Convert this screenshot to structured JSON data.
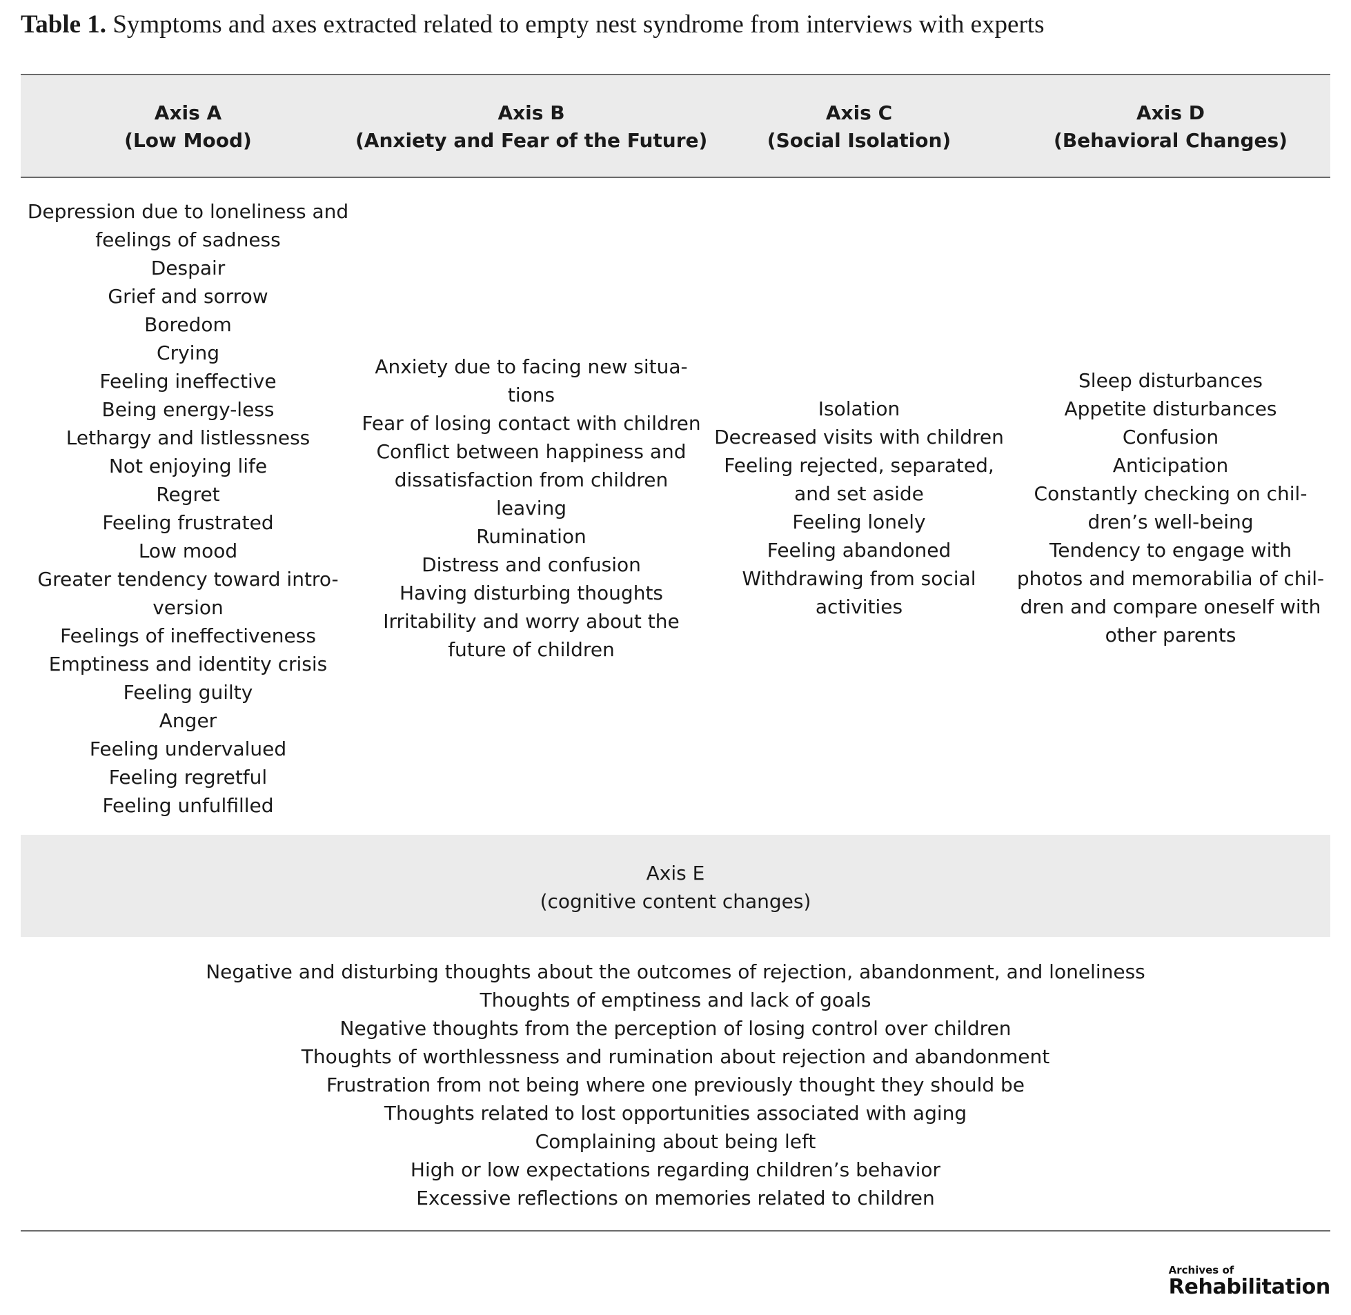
{
  "caption": {
    "label": "Table 1.",
    "text": " Symptoms and axes extracted related to empty nest syndrome from interviews with experts"
  },
  "columns": [
    {
      "title": "Axis A",
      "subtitle": "(Low Mood)",
      "lines": [
        "Depression due to loneliness and",
        "feelings of sadness",
        "Despair",
        "Grief and sorrow",
        "Boredom",
        "Crying",
        "Feeling ineffective",
        "Being energy-less",
        "Lethargy and listlessness",
        "Not enjoying life",
        "Regret",
        "Feeling frustrated",
        "Low mood",
        "Greater tendency toward intro-",
        "version",
        "Feelings of ineffectiveness",
        "Emptiness and identity crisis",
        "Feeling guilty",
        "Anger",
        "Feeling undervalued",
        "Feeling regretful",
        "Feeling unfulfilled"
      ]
    },
    {
      "title": "Axis B",
      "subtitle": "(Anxiety and Fear of the Future)",
      "lines": [
        "Anxiety due to facing new situa-",
        "tions",
        "Fear of losing contact with children",
        "Conflict between happiness and",
        "dissatisfaction from children",
        "leaving",
        "Rumination",
        "Distress and confusion",
        "Having disturbing thoughts",
        "Irritability and worry about the",
        "future of children"
      ]
    },
    {
      "title": "Axis C",
      "subtitle": "(Social Isolation)",
      "lines": [
        "Isolation",
        "Decreased visits with children",
        "Feeling rejected, separated,",
        "and set aside",
        "Feeling lonely",
        "Feeling abandoned",
        "Withdrawing from social",
        "activities"
      ]
    },
    {
      "title": "Axis D",
      "subtitle": "(Behavioral Changes)",
      "lines": [
        "Sleep disturbances",
        "Appetite disturbances",
        "Confusion",
        "Anticipation",
        "Constantly checking on chil-",
        "dren’s well-being",
        "Tendency to engage with",
        "photos and memorabilia of chil-",
        "dren and compare oneself with",
        "other parents"
      ]
    }
  ],
  "axis_e": {
    "title": "Axis E",
    "subtitle": "(cognitive content changes)",
    "lines": [
      "Negative and disturbing thoughts about the outcomes of rejection, abandonment, and loneliness",
      "Thoughts of emptiness and lack of goals",
      "Negative thoughts from the perception of losing control over children",
      "Thoughts of worthlessness and rumination about rejection and abandonment",
      "Frustration from not being where one previously thought they should be",
      "Thoughts related to lost opportunities associated with aging",
      "Complaining about being left",
      "High or low expectations regarding children’s behavior",
      "Excessive reflections on memories related to children"
    ]
  },
  "logo": {
    "small": "Archives of",
    "big": "Rehabilitation"
  }
}
